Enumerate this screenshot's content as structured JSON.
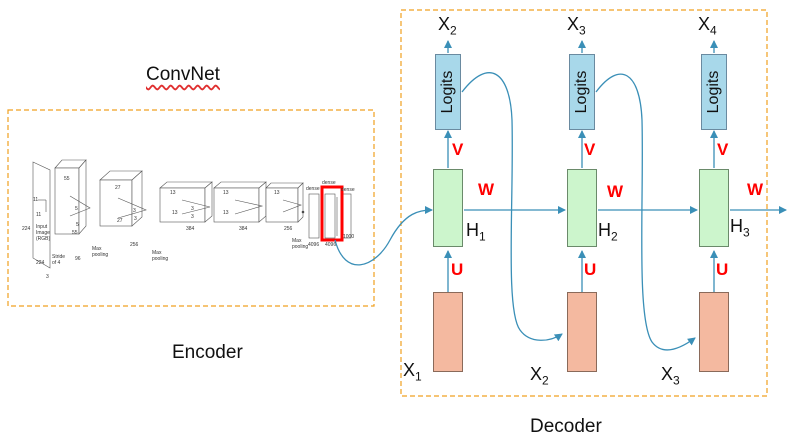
{
  "encoder": {
    "title": "ConvNet",
    "label": "Encoder",
    "cnn_text": {
      "t1": "11",
      "t2": "11",
      "t3": "224",
      "t4": "Input Image (RGB)",
      "t5": "224",
      "t6": "3",
      "t7": "Stride of 4",
      "t8": "55",
      "t9": "55",
      "t10": "96",
      "t11": "5",
      "t12": "5",
      "t13": "Max pooling",
      "t14": "27",
      "t15": "27",
      "t16": "256",
      "t17": "3",
      "t18": "3",
      "t19": "Max pooling",
      "t20": "13",
      "t21": "13",
      "t22": "384",
      "t23": "3",
      "t24": "3",
      "t25": "13",
      "t26": "13",
      "t27": "384",
      "t28": "13",
      "t29": "256",
      "t30": "Max pooling",
      "t31": "dense",
      "t32": "dense",
      "t33": "dense",
      "t34": "4096",
      "t35": "4096",
      "t36": "1000"
    }
  },
  "decoder": {
    "label": "Decoder",
    "weights": {
      "v": "V",
      "w": "W",
      "u": "U"
    },
    "logits_label": "Logits",
    "steps": [
      {
        "output": "X",
        "output_sub": "2",
        "hidden": "H",
        "hidden_sub": "1",
        "input": "X",
        "input_sub": "1"
      },
      {
        "output": "X",
        "output_sub": "3",
        "hidden": "H",
        "hidden_sub": "2",
        "input": "X",
        "input_sub": "2"
      },
      {
        "output": "X",
        "output_sub": "4",
        "hidden": "H",
        "hidden_sub": "3",
        "input": "X",
        "input_sub": "3"
      }
    ]
  },
  "colors": {
    "logits": "#a8d8ea",
    "hidden": "#ccf5cc",
    "input": "#f4b9a0",
    "arrow": "#3a8fb7",
    "dashed_border": "#f0a020",
    "weight_label": "#ff0000"
  }
}
